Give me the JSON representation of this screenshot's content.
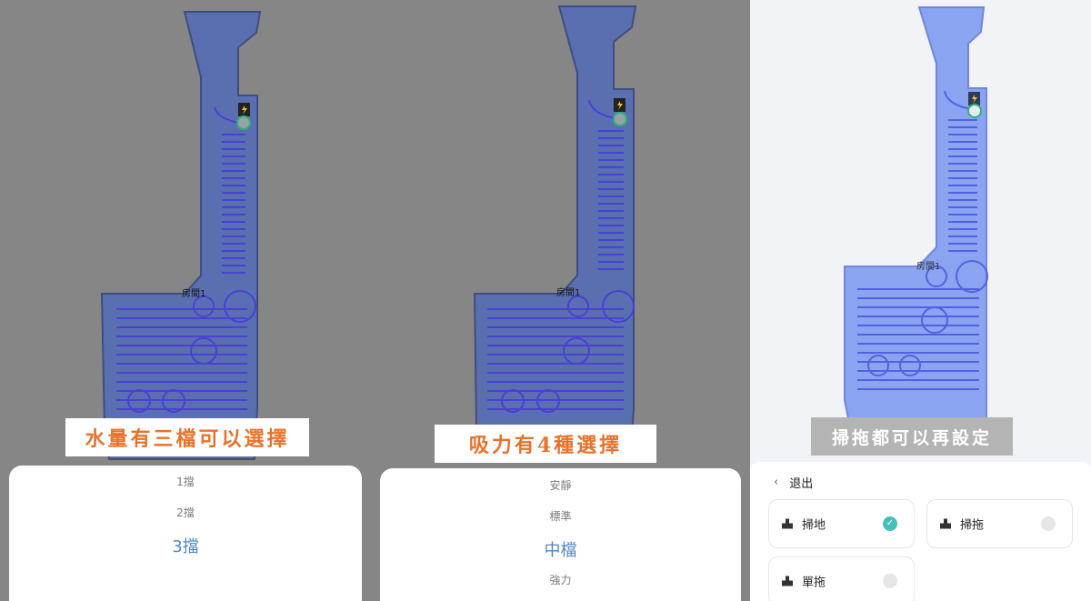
{
  "left": {
    "banner": "水量有三檔可以選擇",
    "map_room_label": "房間1",
    "picker": {
      "options": [
        "1擋",
        "2擋",
        "3擋"
      ],
      "selected_index": 2
    }
  },
  "middle": {
    "banner": "吸力有4種選擇",
    "map_room_label": "房間1",
    "picker": {
      "options": [
        "安靜",
        "標準",
        "中檔",
        "強力"
      ],
      "selected_index": 2
    }
  },
  "right": {
    "banner": "掃拖都可以再設定",
    "map_room_label": "房間1",
    "back_label": "退出",
    "modes": [
      {
        "label": "掃地",
        "checked": true
      },
      {
        "label": "掃拖",
        "checked": false
      },
      {
        "label": "單拖",
        "checked": false
      }
    ]
  },
  "colors": {
    "map_fill_dark": "#5a6fb0",
    "map_fill_light": "#8aa4f2",
    "banner_orange_text": "#e8722a",
    "picker_selected": "#4f86c6",
    "check_teal": "#46bfb9"
  },
  "icons": [
    "charging-dock-icon",
    "robot-icon",
    "back-chevron-icon",
    "sweep-icon",
    "check-icon"
  ]
}
